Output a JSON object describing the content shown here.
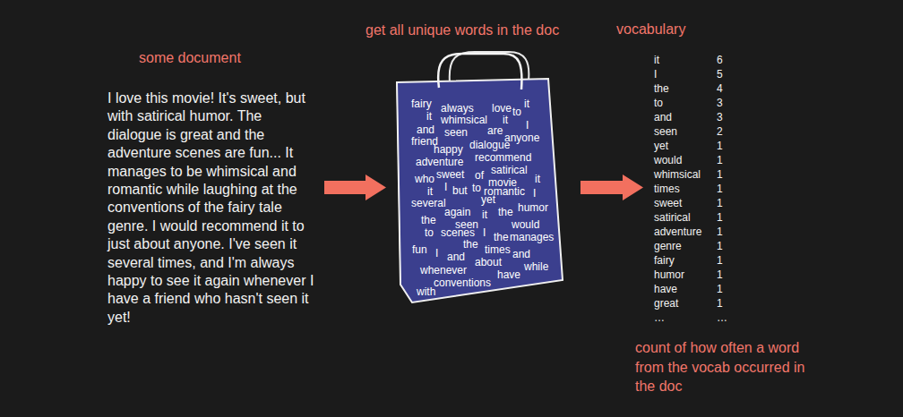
{
  "diagram": {
    "nodes": [
      {
        "text": [
          "fairy",
          "always",
          "love",
          "to",
          "it",
          "it",
          "whimsical",
          "it",
          "I",
          "and",
          "seen",
          "are",
          "anyone",
          "friend",
          "happy",
          "dialogue",
          "recommend",
          "adventure",
          "satirical",
          "who",
          "sweet",
          "of",
          "movie",
          "it",
          "I",
          "but",
          "to",
          "romantic",
          "I",
          "it",
          "several",
          "yet",
          "again",
          "it",
          "the",
          "humor",
          "the",
          "seen",
          "would",
          "to",
          "scenes",
          "I",
          "the",
          "manages",
          "the",
          "fun",
          "I",
          "times",
          "and",
          "and",
          "about",
          "while",
          "whenever",
          "have",
          "conventions",
          "with"
        ]
      }
    ],
    "edges": [],
    "labels": [
      "some document",
      "I love this movie! It's sweet, but with satirical humor. The dialogue is great and the adventure scenes are fun... It manages to be whimsical and romantic while laughing at the conventions of the fairy tale genre. I would recommend it to just about anyone. I've seen it several times, and I'm always happy to see it again whenever I have a friend who hasn't seen it yet!",
      "get all unique words in the doc",
      "vocabulary",
      "it",
      "6",
      "I",
      "5",
      "the",
      "4",
      "to",
      "3",
      "and",
      "3",
      "seen",
      "2",
      "yet",
      "1",
      "would",
      "1",
      "whimsical",
      "1",
      "times",
      "1",
      "sweet",
      "1",
      "satirical",
      "1",
      "adventure",
      "1",
      "genre",
      "1",
      "fairy",
      "1",
      "humor",
      "1",
      "have",
      "1",
      "great",
      "1",
      "…",
      "…",
      "count of how often a word from the vocab occurred in the doc"
    ]
  }
}
